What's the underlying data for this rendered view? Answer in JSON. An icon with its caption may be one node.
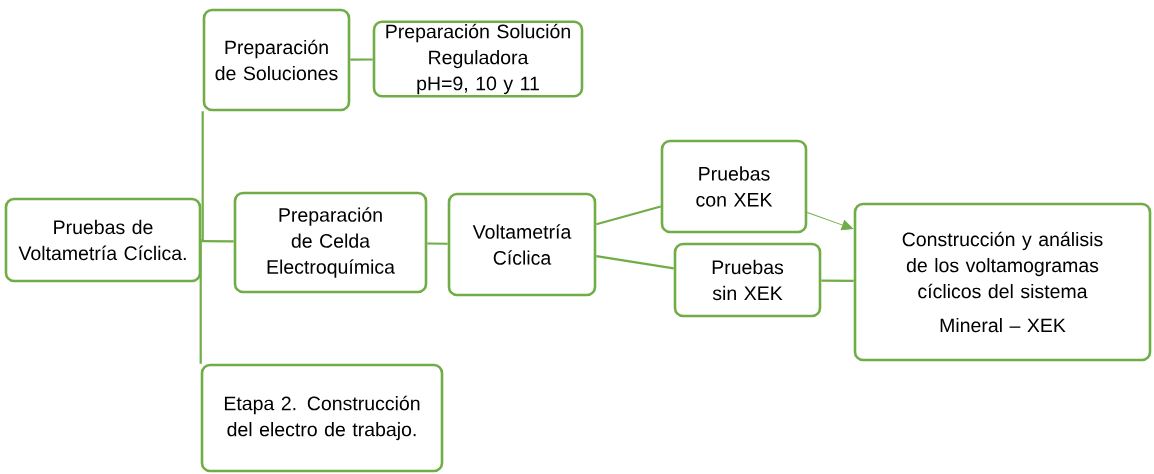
{
  "diagram": {
    "nodes": [
      {
        "text": [
          "Pruebas de Voltametría Cíclica."
        ]
      },
      {
        "text": [
          "Preparación de Soluciones"
        ]
      },
      {
        "text": [
          "Preparación Solución Reguladora pH=9, 10 y 11"
        ]
      },
      {
        "text": [
          "Preparación de Celda Electroquímica"
        ]
      },
      {
        "text": [
          "Voltametría Cíclica"
        ]
      },
      {
        "text": [
          "Pruebas con XEK"
        ]
      },
      {
        "text": [
          "Pruebas sin XEK"
        ]
      },
      {
        "text": [
          "Construcción y análisis de los voltamogramas cíclicos del sistema",
          "Mineral – XEK"
        ]
      },
      {
        "text": [
          "Etapa 2. Construcción del electro de trabajo."
        ]
      }
    ],
    "edges": [
      {
        "from": 0,
        "to": 1,
        "arrow": "none"
      },
      {
        "from": 0,
        "to": 3,
        "arrow": "none"
      },
      {
        "from": 0,
        "to": 8,
        "arrow": "none"
      },
      {
        "from": 1,
        "to": 2,
        "arrow": "none"
      },
      {
        "from": 3,
        "to": 4,
        "arrow": "none"
      },
      {
        "from": 4,
        "to": 5,
        "arrow": "none"
      },
      {
        "from": 4,
        "to": 6,
        "arrow": "none"
      },
      {
        "from": 5,
        "to": 7,
        "arrow": "to"
      },
      {
        "from": 6,
        "to": 7,
        "arrow": "none"
      }
    ]
  }
}
